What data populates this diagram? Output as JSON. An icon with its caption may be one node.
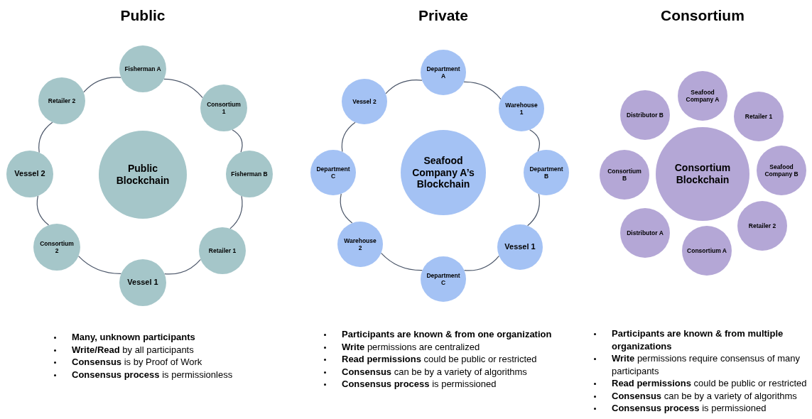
{
  "diagram": {
    "nodes": [
      {
        "text": [
          "Public Blockchain"
        ]
      },
      {
        "text": [
          "Fisherman A"
        ]
      },
      {
        "text": [
          "Consortium 1"
        ]
      },
      {
        "text": [
          "Fisherman B"
        ]
      },
      {
        "text": [
          "Retailer 1"
        ]
      },
      {
        "text": [
          "Vessel 1"
        ]
      },
      {
        "text": [
          "Consortium 2"
        ]
      },
      {
        "text": [
          "Vessel 2"
        ]
      },
      {
        "text": [
          "Retailer 2"
        ]
      },
      {
        "text": [
          "Seafood Company A’s Blockchain"
        ]
      },
      {
        "text": [
          "Department A"
        ]
      },
      {
        "text": [
          "Warehouse 1"
        ]
      },
      {
        "text": [
          "Department B"
        ]
      },
      {
        "text": [
          "Vessel 1"
        ]
      },
      {
        "text": [
          "Department C"
        ]
      },
      {
        "text": [
          "Warehouse 2"
        ]
      },
      {
        "text": [
          "Department C"
        ]
      },
      {
        "text": [
          "Vessel 2"
        ]
      },
      {
        "text": [
          "Consortium Blockchain"
        ]
      },
      {
        "text": [
          "Seafood Company A"
        ]
      },
      {
        "text": [
          "Retailer 1"
        ]
      },
      {
        "text": [
          "Seafood Company B"
        ]
      },
      {
        "text": [
          "Retailer 2"
        ]
      },
      {
        "text": [
          "Consortium A"
        ]
      },
      {
        "text": [
          "Distributor A"
        ]
      },
      {
        "text": [
          "Consortium B"
        ]
      },
      {
        "text": [
          "Distributor B"
        ]
      }
    ],
    "edges": [
      {
        "from": 1,
        "to": 2,
        "arrow": "none"
      },
      {
        "from": 2,
        "to": 3,
        "arrow": "none"
      },
      {
        "from": 3,
        "to": 4,
        "arrow": "none"
      },
      {
        "from": 4,
        "to": 5,
        "arrow": "none"
      },
      {
        "from": 5,
        "to": 6,
        "arrow": "none"
      },
      {
        "from": 6,
        "to": 7,
        "arrow": "none"
      },
      {
        "from": 7,
        "to": 8,
        "arrow": "none"
      },
      {
        "from": 8,
        "to": 1,
        "arrow": "none"
      },
      {
        "from": 10,
        "to": 11,
        "arrow": "none"
      },
      {
        "from": 11,
        "to": 12,
        "arrow": "none"
      },
      {
        "from": 12,
        "to": 13,
        "arrow": "none"
      },
      {
        "from": 13,
        "to": 14,
        "arrow": "none"
      },
      {
        "from": 14,
        "to": 15,
        "arrow": "none"
      },
      {
        "from": 15,
        "to": 16,
        "arrow": "none"
      },
      {
        "from": 16,
        "to": 17,
        "arrow": "none"
      },
      {
        "from": 17,
        "to": 10,
        "arrow": "none"
      }
    ],
    "labels": [
      "Public",
      "Private",
      "Consortium",
      "**Many, unknown participants**",
      "**Write/Read** by all participants",
      "**Consensus** is by Proof of Work",
      "**Consensus process** is permissionless",
      "**Participants are known & from one organization**",
      "**Write** permissions are centralized",
      "**Read permissions** could be public or restricted",
      "**Consensus** can be by a variety of algorithms",
      "**Consensus process** is permissioned",
      "**Participants are known & from multiple organizations**",
      "**Write** permissions require consensus of many participants",
      "**Read permissions** could be public or restricted",
      "**Consensus** can be by a variety of algorithms",
      "**Consensus process** is permissioned"
    ]
  }
}
